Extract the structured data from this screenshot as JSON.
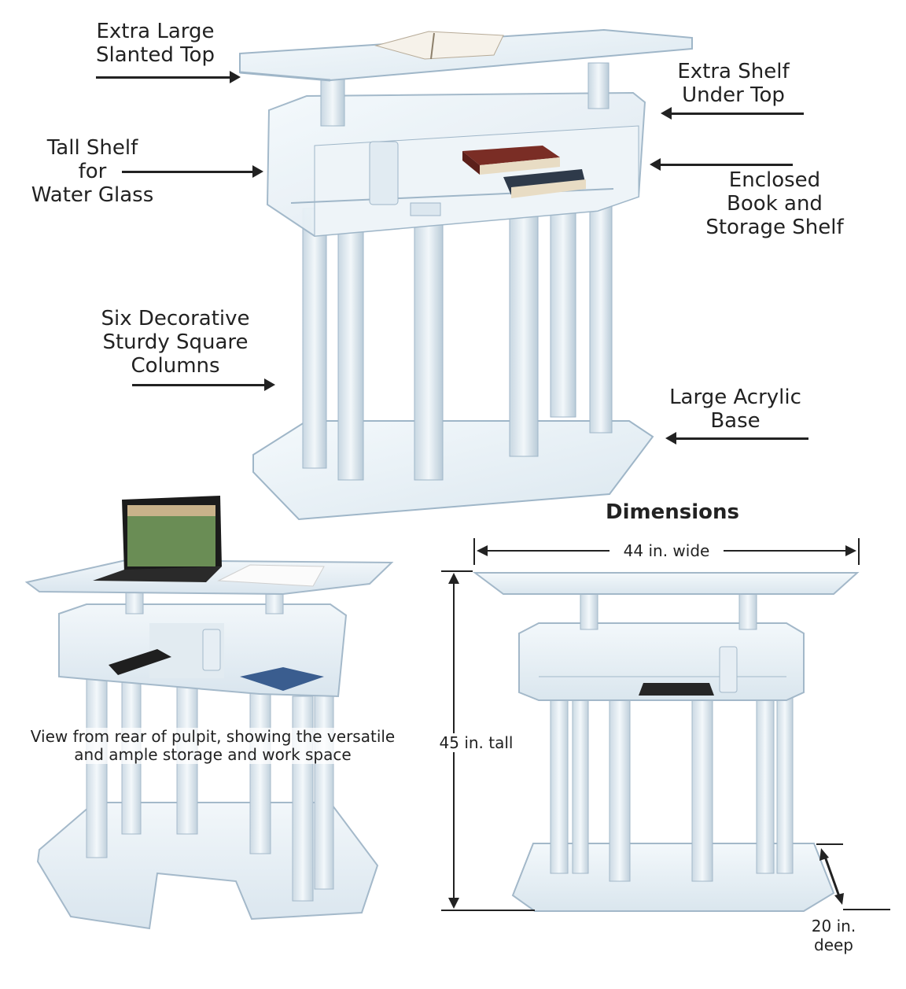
{
  "callouts": {
    "slanted_top": "Extra Large\nSlanted Top",
    "extra_shelf": "Extra Shelf\nUnder Top",
    "tall_shelf": "Tall Shelf\nfor\nWater Glass",
    "enclosed_shelf": "Enclosed\nBook and\nStorage Shelf",
    "columns": "Six Decorative\nSturdy Square\nColumns",
    "base": "Large Acrylic\nBase"
  },
  "rear_view": {
    "caption": "View from rear of pulpit, showing the versatile\nand ample storage and work space"
  },
  "dimensions": {
    "title": "Dimensions",
    "width": "44 in. wide",
    "height": "45 in. tall",
    "depth": "20 in.\ndeep"
  },
  "colors": {
    "acrylic_edge": "#9fb6c8",
    "acrylic_fill": "#e8f1f7",
    "text": "#222222"
  }
}
